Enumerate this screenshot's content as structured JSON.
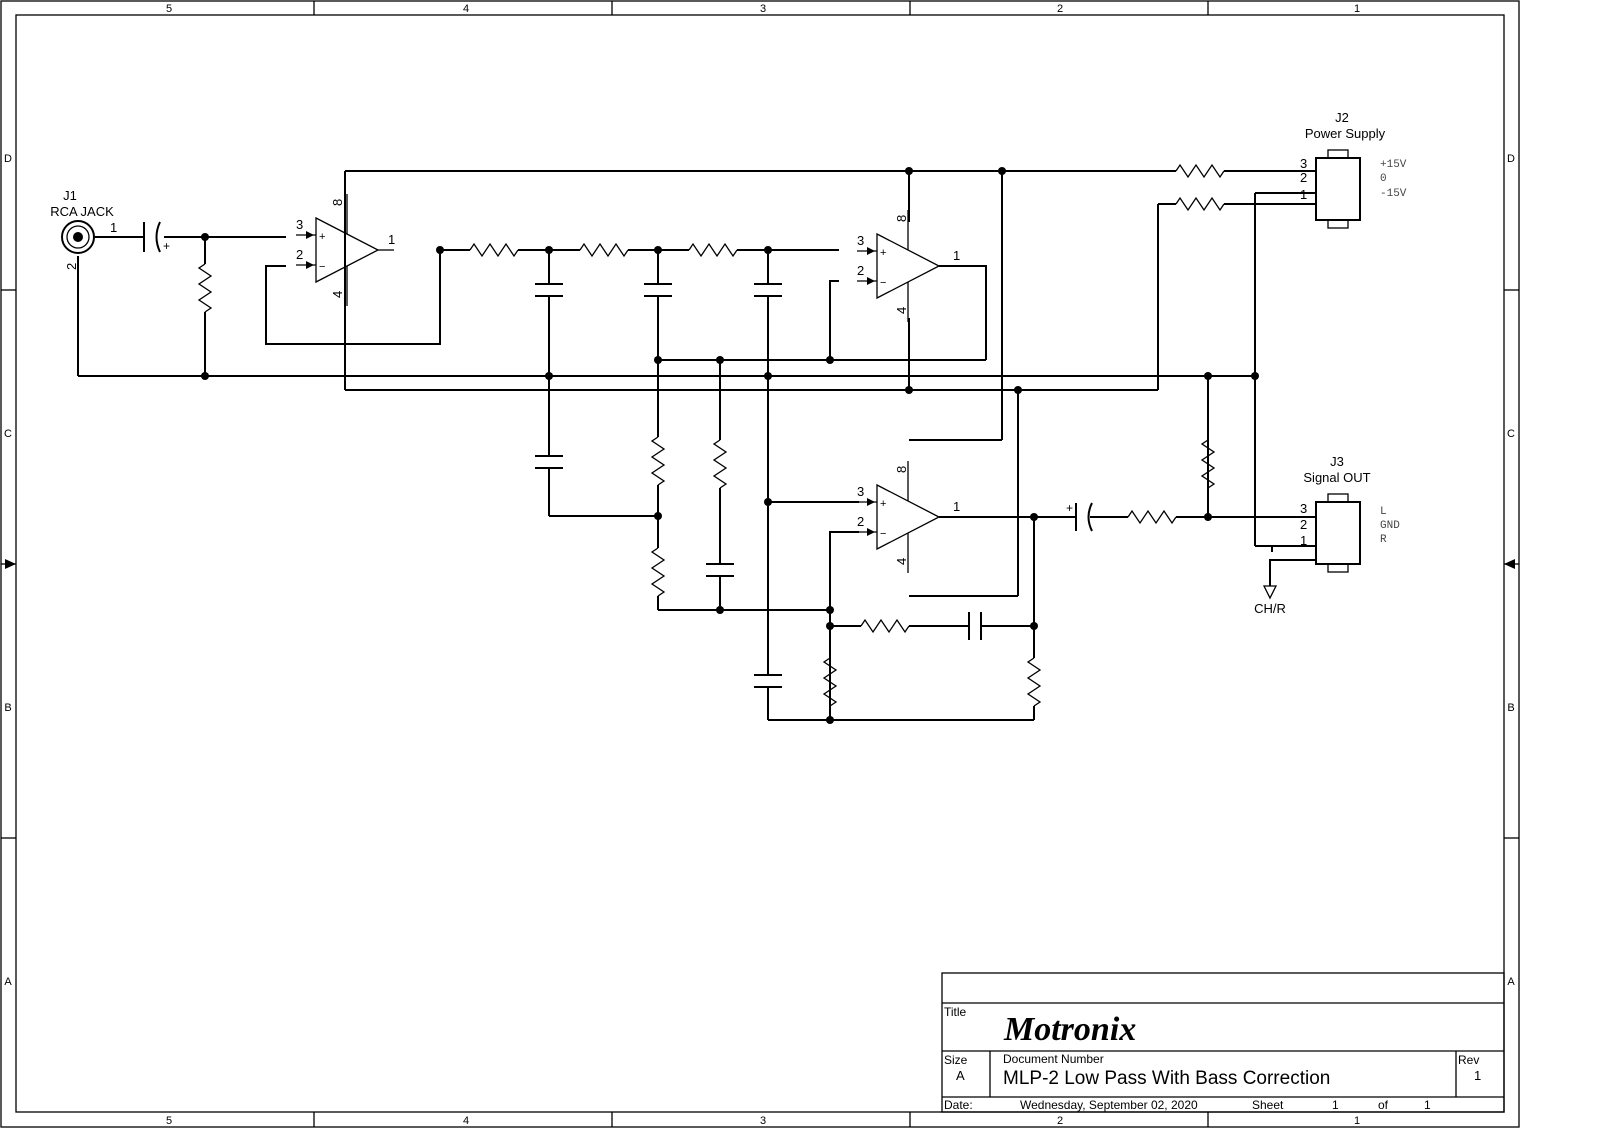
{
  "frame": {
    "zone_numbers": [
      "5",
      "4",
      "3",
      "2",
      "1"
    ],
    "zone_letters": [
      "D",
      "C",
      "B",
      "A"
    ]
  },
  "connectors": {
    "j1": {
      "ref": "J1",
      "name": "RCA JACK",
      "pin_signal": "1",
      "pin_ground": "2"
    },
    "j2": {
      "ref": "J2",
      "name": "Power Supply",
      "pins": [
        "3",
        "2",
        "1"
      ],
      "rails": [
        "+15V",
        "0",
        "-15V"
      ]
    },
    "j3": {
      "ref": "J3",
      "name": "Signal OUT",
      "pins": [
        "3",
        "2",
        "1"
      ],
      "signals": [
        "L",
        "GND",
        "R"
      ]
    }
  },
  "opamps": {
    "u1": {
      "pin_in_plus": "3",
      "pin_in_minus": "2",
      "pin_out": "1",
      "pin_vplus": "8",
      "pin_vminus": "4"
    },
    "u2": {
      "pin_in_plus": "3",
      "pin_in_minus": "2",
      "pin_out": "1",
      "pin_vplus": "8",
      "pin_vminus": "4"
    },
    "u3": {
      "pin_in_plus": "3",
      "pin_in_minus": "2",
      "pin_out": "1",
      "pin_vplus": "8",
      "pin_vminus": "4"
    }
  },
  "symbols": {
    "plus": "+",
    "minus": "−",
    "cap_plus": "+"
  },
  "net_labels": {
    "ground_channel": "CH/R"
  },
  "title_block": {
    "title_label": "Title",
    "company": "Motronix",
    "size_label": "Size",
    "size_value": "A",
    "doc_number_label": "Document Number",
    "doc_number": "MLP-2 Low Pass With Bass Correction",
    "rev_label": "Rev",
    "rev_value": "1",
    "date_label": "Date:",
    "date_value": "Wednesday, September 02, 2020",
    "sheet_label": "Sheet",
    "sheet_value": "1",
    "of_label": "of",
    "sheet_total": "1"
  }
}
